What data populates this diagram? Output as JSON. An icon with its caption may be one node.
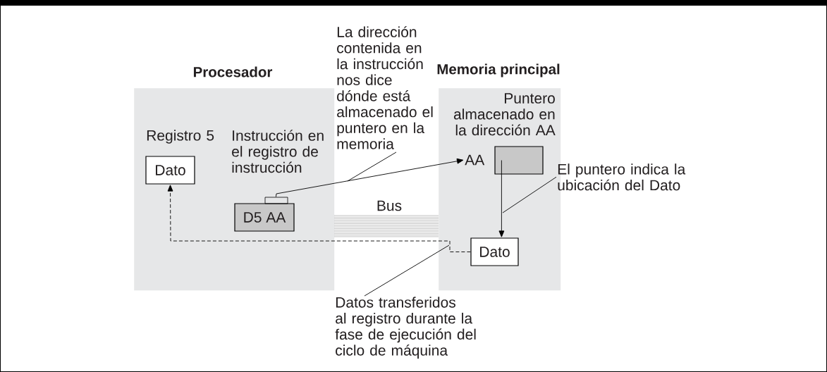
{
  "diagram": {
    "nodes": [
      {
        "text": [
          "Procesador"
        ]
      },
      {
        "text": [
          "Memoria principal"
        ]
      },
      {
        "text": [
          "Dato"
        ],
        "in": 0,
        "beside": [
          "Registro 5"
        ]
      },
      {
        "text": [
          "D5 AA"
        ],
        "in": 0
      },
      {
        "text": [
          "AA"
        ],
        "in": 1
      },
      {
        "text": [],
        "shape": "box",
        "in": 1,
        "beside": [
          "Puntero almacenado en la dirección AA"
        ]
      },
      {
        "text": [
          "Dato"
        ],
        "in": 1
      },
      {
        "text": [
          "La dirección contenida en la instrucción nos dice dónde está almacenado el puntero en la memoria"
        ]
      },
      {
        "text": [
          "El puntero indica la ubicación del Dato"
        ]
      },
      {
        "text": [
          "Datos transferidos al registro durante la fase de ejecución del ciclo de máquina"
        ]
      }
    ],
    "edges": [
      {
        "from": 3,
        "to": 4,
        "arrow": "to"
      },
      {
        "from": 5,
        "to": 6,
        "arrow": "to"
      },
      {
        "from": 6,
        "to": 2,
        "arrow": "to",
        "style": "dashed"
      },
      {
        "from": 7,
        "to": null,
        "arrow": "none"
      },
      {
        "from": 8,
        "to": null,
        "arrow": "none"
      },
      {
        "from": 9,
        "to": null,
        "arrow": "none"
      }
    ],
    "labels": [
      "Instrucción en el registro de instrucción",
      "Bus"
    ]
  }
}
